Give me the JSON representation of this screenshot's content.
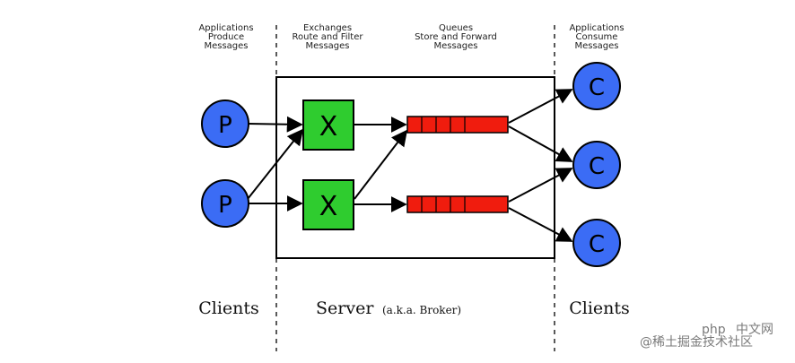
{
  "headers": {
    "producers": [
      "Applications",
      "Produce",
      "Messages"
    ],
    "exchanges": [
      "Exchanges",
      "Route and Filter",
      "Messages"
    ],
    "queues": [
      "Queues",
      "Store and Forward",
      "Messages"
    ],
    "consumers": [
      "Applications",
      "Consume",
      "Messages"
    ]
  },
  "nodes": {
    "producer_letter": "P",
    "exchange_letter": "X",
    "consumer_letter": "C"
  },
  "footer": {
    "clients_left": "Clients",
    "server": "Server",
    "server_note": "(a.k.a. Broker)",
    "clients_right": "Clients"
  },
  "watermark": "@稀土掘金技术社区",
  "watermark_overlay": "php",
  "watermark_overlay2": "中文网",
  "colors": {
    "producer": "#3b6cf5",
    "consumer": "#3b6cf5",
    "exchange": "#2fcc2f",
    "queue": "#f01c0e",
    "line": "#000000"
  }
}
